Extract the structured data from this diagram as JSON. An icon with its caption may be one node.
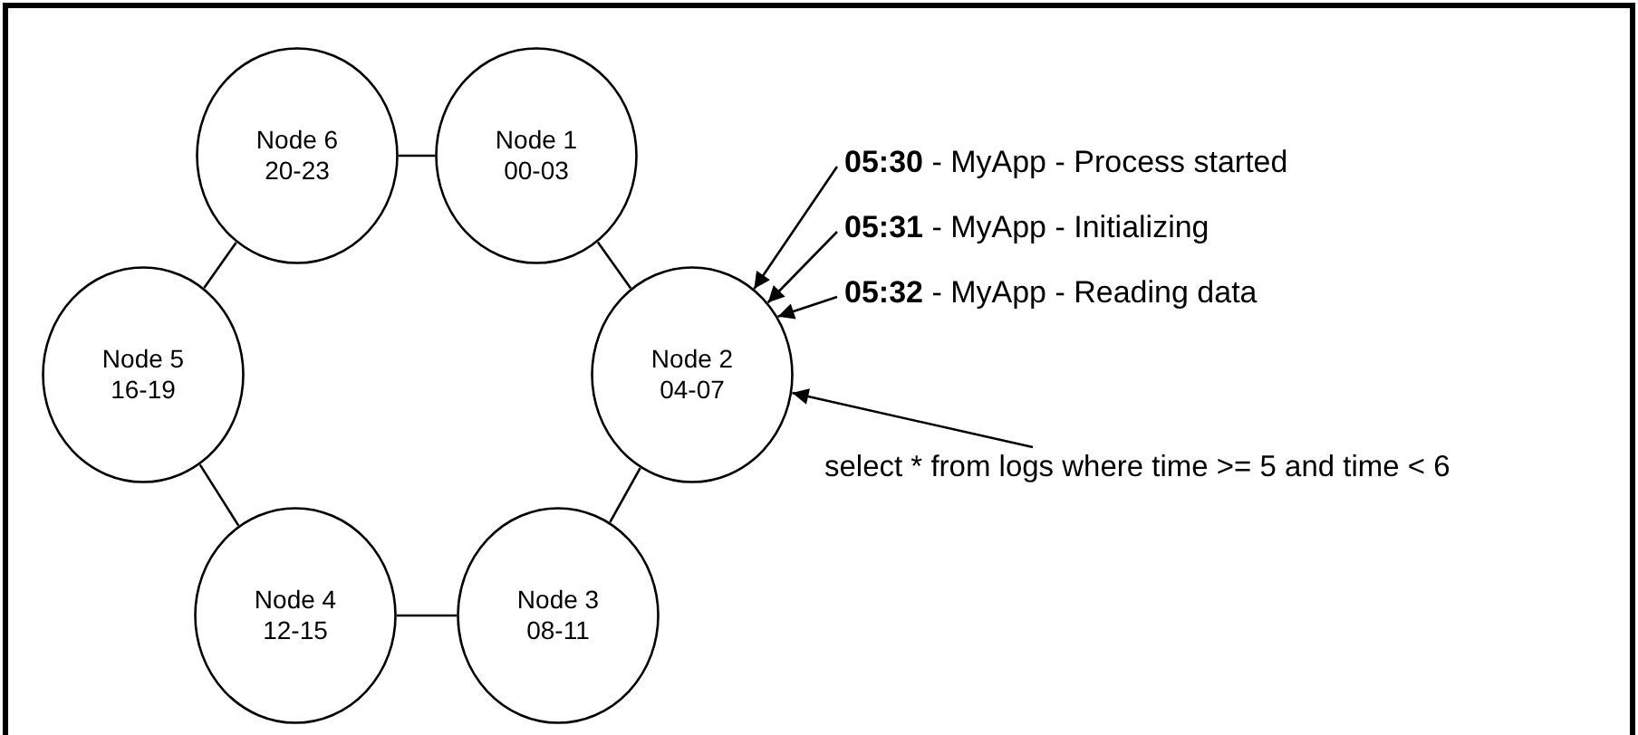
{
  "diagram": {
    "nodes": [
      {
        "text": [
          "Node 1",
          "00-03"
        ]
      },
      {
        "text": [
          "Node 2",
          "04-07"
        ]
      },
      {
        "text": [
          "Node 3",
          "08-11"
        ]
      },
      {
        "text": [
          "Node 4",
          "12-15"
        ]
      },
      {
        "text": [
          "Node 5",
          "16-19"
        ]
      },
      {
        "text": [
          "Node 6",
          "20-23"
        ]
      },
      {
        "text": [
          "**05:30** - MyApp - Process started"
        ]
      },
      {
        "text": [
          "**05:31** - MyApp - Initializing"
        ]
      },
      {
        "text": [
          "**05:32** - MyApp - Reading data"
        ]
      },
      {
        "text": [
          "select * from logs where time >= 5 and time < 6"
        ]
      }
    ],
    "edges": [
      {
        "from": 0,
        "to": 1,
        "arrow": "none"
      },
      {
        "from": 1,
        "to": 2,
        "arrow": "none"
      },
      {
        "from": 2,
        "to": 3,
        "arrow": "none"
      },
      {
        "from": 3,
        "to": 4,
        "arrow": "none"
      },
      {
        "from": 4,
        "to": 5,
        "arrow": "none"
      },
      {
        "from": 5,
        "to": 0,
        "arrow": "none"
      },
      {
        "from": 6,
        "to": 1,
        "arrow": "to"
      },
      {
        "from": 7,
        "to": 1,
        "arrow": "to"
      },
      {
        "from": 8,
        "to": 1,
        "arrow": "to"
      },
      {
        "from": 9,
        "to": 1,
        "arrow": "to"
      }
    ]
  }
}
